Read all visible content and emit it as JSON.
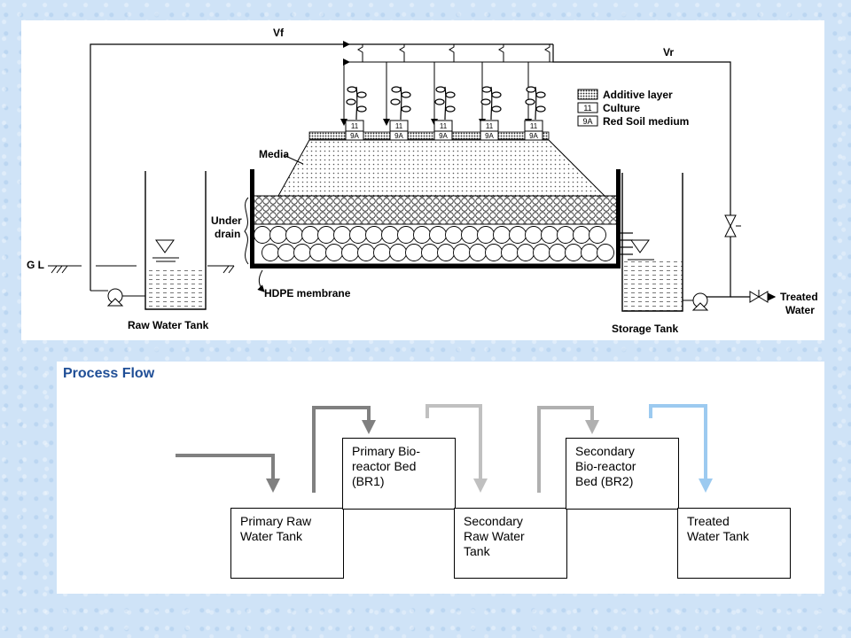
{
  "system_diagram": {
    "flow_labels": {
      "feed": "Vf",
      "recycle": "Vr"
    },
    "legend": [
      {
        "symbol": "additive",
        "text": "Additive layer"
      },
      {
        "symbol": "11",
        "text": "Culture"
      },
      {
        "symbol": "9A",
        "text": "Red Soil medium"
      }
    ],
    "culture_code": "11",
    "medium_code": "9A",
    "labels": {
      "media": "Media",
      "under_drain": "Under\ndrain",
      "ground_level": "G L",
      "membrane": "HDPE membrane",
      "raw_tank": "Raw Water Tank",
      "storage_tank": "Storage Tank",
      "treated_water": "Treated\nWater"
    }
  },
  "process_flow": {
    "title": "Process Flow",
    "boxes": [
      {
        "id": "primary-raw",
        "text": "Primary Raw\nWater Tank"
      },
      {
        "id": "br1",
        "text": "Primary Bio-\nreactor Bed\n(BR1)"
      },
      {
        "id": "secondary-raw",
        "text": "Secondary\nRaw Water\nTank"
      },
      {
        "id": "br2",
        "text": "Secondary\nBio-reactor\nBed (BR2)"
      },
      {
        "id": "treated",
        "text": "Treated\nWater Tank"
      }
    ],
    "arrow_colors": [
      "#808080",
      "#808080",
      "#c0c0c0",
      "#b0b0b0",
      "#9ccaf0"
    ]
  }
}
